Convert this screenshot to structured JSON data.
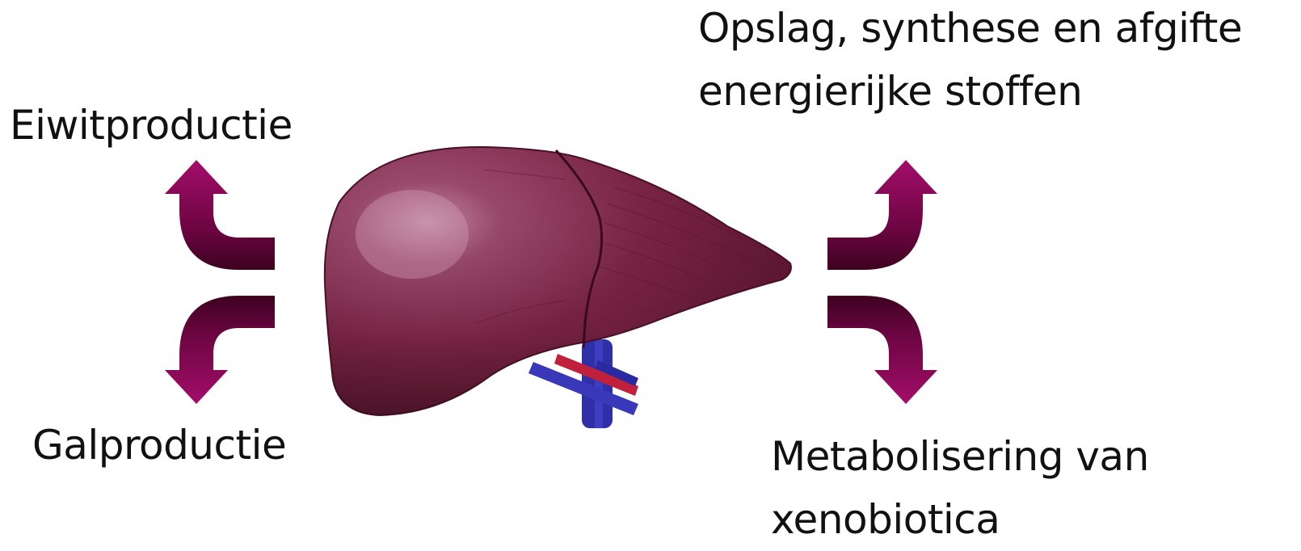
{
  "labels": {
    "top_left": "Eiwitproductie",
    "bottom_left": "Galproductie",
    "top_right": [
      "Opslag, synthese en afgifte",
      "energierijke stoffen"
    ],
    "bottom_right": [
      "Metabolisering van",
      "xenobiotica"
    ]
  },
  "colors": {
    "arrow_light": "#9a0a64",
    "arrow_dark": "#3d0220",
    "liver": "#7a2040",
    "vein_blue": "#3a3ab8",
    "artery_red": "#c0203c"
  },
  "icons": {
    "center": "liver-icon",
    "arrows": [
      "curved-arrow-up-left-icon",
      "curved-arrow-down-left-icon",
      "curved-arrow-up-right-icon",
      "curved-arrow-down-right-icon"
    ]
  }
}
